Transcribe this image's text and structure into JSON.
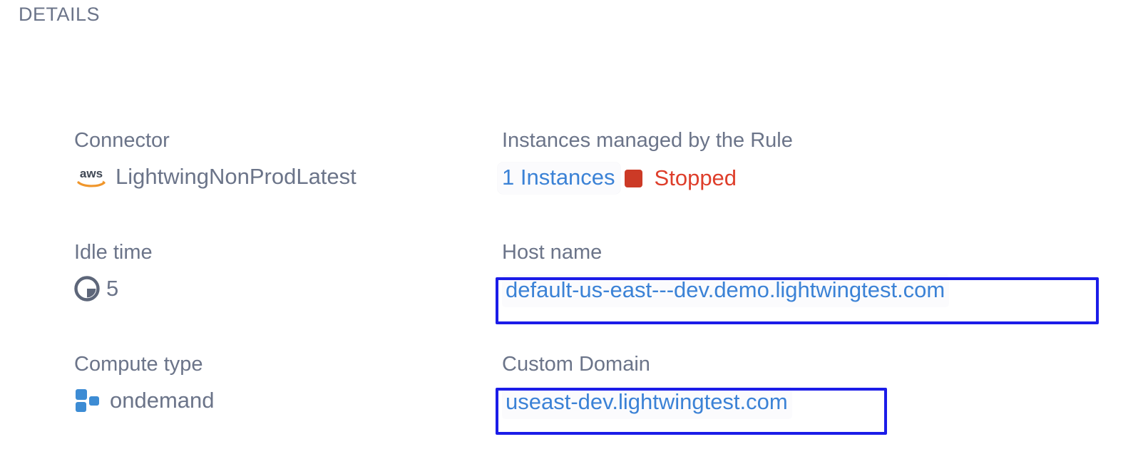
{
  "section": {
    "title": "DETAILS"
  },
  "fields": {
    "connector": {
      "label": "Connector",
      "value": "LightwingNonProdLatest",
      "icon": "aws-logo-icon"
    },
    "instances": {
      "label": "Instances managed by the Rule",
      "count_label": "1 Instances",
      "status": "Stopped",
      "status_icon": "stopped-square-icon",
      "status_color": "#de3e2b",
      "count_color": "#3b82d6"
    },
    "idle_time": {
      "label": "Idle time",
      "value": "5",
      "icon": "clock-pie-icon"
    },
    "host_name": {
      "label": "Host name",
      "value": "default-us-east---dev.demo.lightwingtest.com",
      "value_color": "#3b82d6",
      "highlighted": true
    },
    "compute_type": {
      "label": "Compute type",
      "value": "ondemand",
      "icon": "compute-blocks-icon"
    },
    "custom_domain": {
      "label": "Custom Domain",
      "value": "useast-dev.lightwingtest.com",
      "value_color": "#3b82d6",
      "highlighted": true
    }
  },
  "annotations": {
    "highlight_color": "#1b1ce8"
  },
  "theme": {
    "label_color": "#6b7489",
    "value_color": "#6b7489",
    "link_color": "#3b82d6",
    "background": "#ffffff"
  }
}
